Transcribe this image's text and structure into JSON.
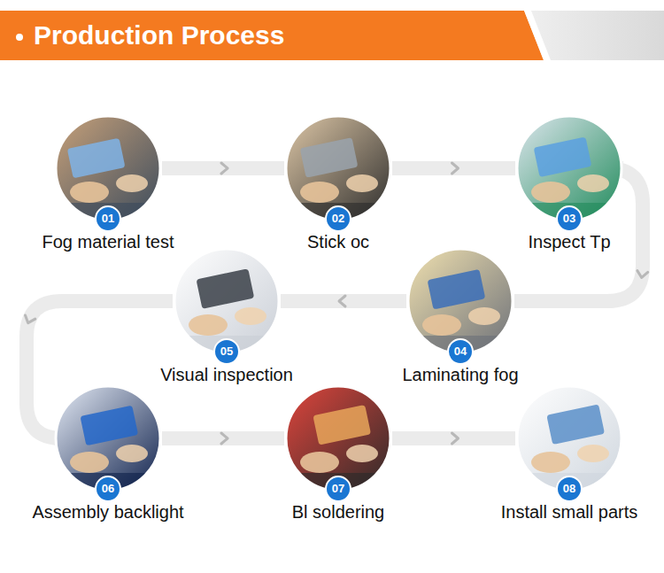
{
  "diagram": {
    "title": "Production Process",
    "nodes": [
      {
        "text": [
          "01",
          "Fog material test"
        ]
      },
      {
        "text": [
          "02",
          "Stick oc"
        ]
      },
      {
        "text": [
          "03",
          "Inspect Tp"
        ]
      },
      {
        "text": [
          "04",
          "Laminating fog"
        ]
      },
      {
        "text": [
          "05",
          "Visual inspection"
        ]
      },
      {
        "text": [
          "06",
          "Assembly backlight"
        ]
      },
      {
        "text": [
          "07",
          "Bl soldering"
        ]
      },
      {
        "text": [
          "08",
          "Install small parts"
        ]
      }
    ],
    "edges": [
      {
        "from": 0,
        "to": 1,
        "arrow": "to"
      },
      {
        "from": 1,
        "to": 2,
        "arrow": "to"
      },
      {
        "from": 2,
        "to": 3,
        "arrow": "to"
      },
      {
        "from": 3,
        "to": 4,
        "arrow": "to"
      },
      {
        "from": 4,
        "to": 5,
        "arrow": "to"
      },
      {
        "from": 5,
        "to": 6,
        "arrow": "to"
      },
      {
        "from": 6,
        "to": 7,
        "arrow": "to"
      }
    ]
  }
}
